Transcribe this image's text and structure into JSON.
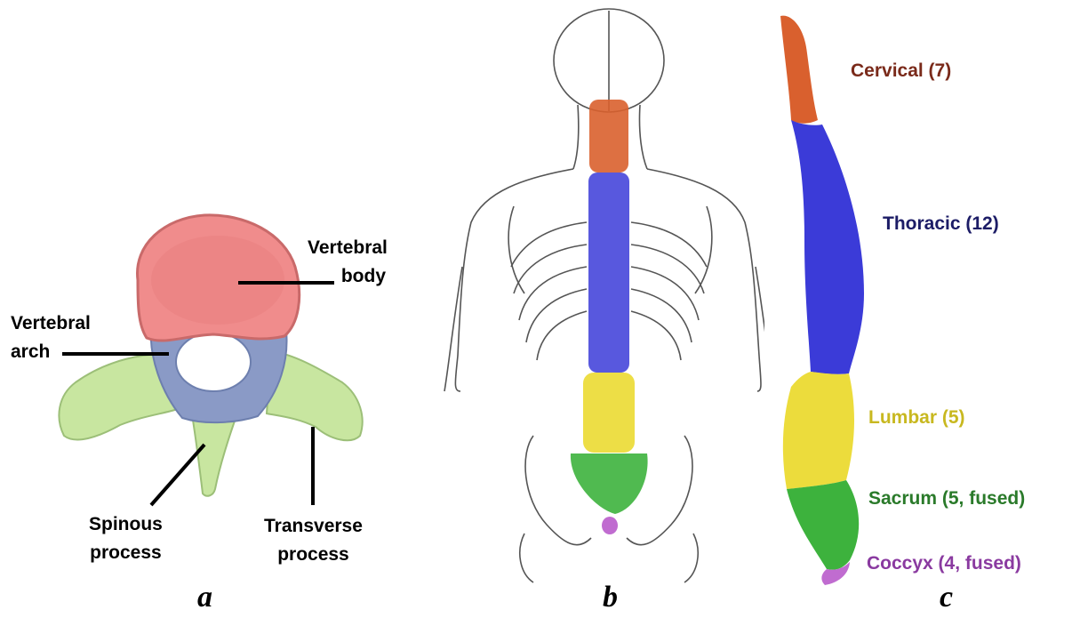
{
  "colors": {
    "body": "#f08c8c",
    "arch": "#8a9ac6",
    "process": "#c8e6a0",
    "cervical": "#d9602e",
    "thoracic": "#3b3bd8",
    "lumbar": "#ecdc3c",
    "sacrum": "#3db23d",
    "coccyx": "#c06cd0"
  },
  "panel_a": {
    "letter": "a",
    "vertebral_body_line1": "Vertebral",
    "vertebral_body_line2": "body",
    "vertebral_arch_line1": "Vertebral",
    "vertebral_arch_line2": "arch",
    "spinous_line1": "Spinous",
    "spinous_line2": "process",
    "transverse_line1": "Transverse",
    "transverse_line2": "process"
  },
  "panel_b": {
    "letter": "b"
  },
  "panel_c": {
    "letter": "c",
    "cervical": "Cervical (7)",
    "thoracic": "Thoracic (12)",
    "lumbar": "Lumbar (5)",
    "sacrum": "Sacrum (5, fused)",
    "coccyx": "Coccyx (4, fused)"
  }
}
